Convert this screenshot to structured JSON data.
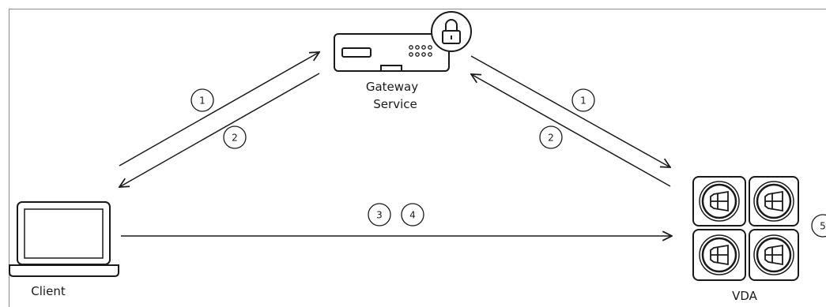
{
  "nodes": {
    "gateway_line1": "Gateway",
    "gateway_line2": "Service",
    "client": "Client",
    "vda": "VDA"
  },
  "steps": {
    "s1": "1",
    "s2": "2",
    "s3": "3",
    "s4": "4",
    "s5": "5"
  },
  "icons": {
    "gateway": "gateway-appliance-icon",
    "lock": "lock-icon",
    "client": "laptop-icon",
    "vda": "windows-vm-icon"
  },
  "colors": {
    "stroke": "#1a1a1a",
    "frame": "#8c8c8c",
    "background": "#ffffff"
  }
}
